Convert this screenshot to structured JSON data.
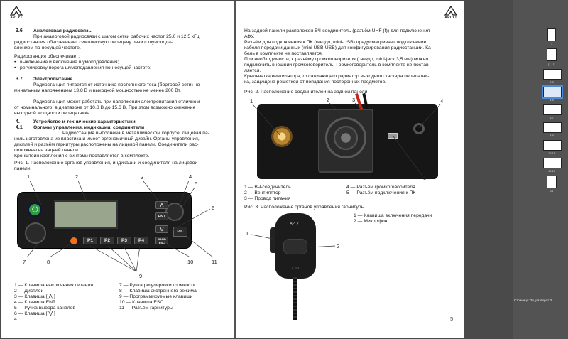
{
  "brand": "АРГУТ",
  "left_page": {
    "page_number": "4",
    "s36_num": "3.6",
    "s36_title": "Аналоговая радиосвязь",
    "s36_p1_l1": "При аналоговой радиосвязи с шагом сетки рабочих частот 25,0 и 12,5 кГц",
    "s36_p1_l2": "радиостанция обеспечивает симплексную передачу речи с шумопода-",
    "s36_p1_l3": "влением по несущей частоте.",
    "s36_p2": "Радиостанция обеспечивает:",
    "s36_b1": "выключение и включение шумоподавления;",
    "s36_b2": "регулировку порога шумоподавления по несущей частоте;",
    "s37_num": "3.7",
    "s37_title": "Электропитание",
    "s37_p1_l1": "Радиостанция питается от источника постоянного тока (бортовой сети) но-",
    "s37_p1_l2": "минальным напряжением 13,8 В и выходной мощностью не менее 200 Вт.",
    "s37_p2_l1": "Радиостанция может работать при напряжении электропитания отличном",
    "s37_p2_l2": "от номинального, в диапазоне от 10,8 В до 15,6 В. При этом возможно снижение",
    "s37_p2_l3": "выходной мощности передатчика.",
    "s4_num": "4.",
    "s4_title": "Устройство и технические характеристики",
    "s41_num": "4.1",
    "s41_title": "Органы управления, индикации, соединители",
    "s41_p1_l1": "Радиостанция выполнена в металлическом корпусе. Лицевая па-",
    "s41_p1_l2": "нель изготовлена из пластика и имеет эргономичный дизайн. Органы управления,",
    "s41_p1_l3": "дисплей и разъём гарнитуры расположены на лицевой панели. Соединители рас-",
    "s41_p1_l4": "положены на задней панели.",
    "s41_p2": "Кронштейн крепления с винтами поставляется в комплекте.",
    "fig1_l1": "Рис. 1. Расположение органов управления, индикации и соединителя на лицевой",
    "fig1_l2": "панели",
    "front_keys": [
      "P1",
      "P2",
      "P3",
      "P4"
    ],
    "front_ent": "ENT",
    "front_mic": "MIC",
    "front_band": "BAND ESC",
    "callouts": [
      "1",
      "2",
      "3",
      "4",
      "5",
      "6",
      "7",
      "8",
      "9",
      "10",
      "11"
    ],
    "legend_left": [
      "1 — Клавиша выключения питания",
      "2 — Дисплей",
      "3 — Клавиша [ ⋀ ]",
      "4 — Клавиша ENT",
      "5 — Ручка выбора каналов",
      "6 — Клавиша [ ⋁ ]"
    ],
    "legend_right": [
      "7 — Ручка регулировки громкости",
      "8 — Клавиша экстренного режима",
      "9 — Программируемые клавиши",
      "10 — Клавиша ESC",
      "11 — Разъём гарнитуры"
    ]
  },
  "right_page": {
    "page_number": "5",
    "p1_l1": "На задней панели расположен ВЧ-соединитель (разъём UHF (f)) для подключения",
    "p1_l2": "АФУ.",
    "p2_l1": "Разъём для подключения к ПК (гнездо, mini-USB) предусматривает подключение",
    "p2_l2": "кабеля передачи данных (mini USB-USB) для конфигурирования радиостанции. Ка-",
    "p2_l3": "бель в комплекте не поставляется.",
    "p3_l1": "При необходимости, к разъёму громкоговорителя (гнездо, mini-jack 3,5 мм) можно",
    "p3_l2": "подключить внешний громкоговоритель. Громкоговоритель в комплекте не постав-",
    "p3_l3": "ляется.",
    "p4_l1": "Крыльчатка вентилятора, охлаждающего радиатор выходного каскада передатчи-",
    "p4_l2": "ка, защищена решёткой от попадания посторонних предметов.",
    "fig2": "Рис. 2. Расположение соединителей на задней панели",
    "rear_callouts": [
      "1",
      "2",
      "3",
      "4",
      "5"
    ],
    "legend2_left": [
      "1 — ВЧ-соединитель",
      "2 — Вентилятор",
      "3 — Провод питания"
    ],
    "legend2_right": [
      "4 — Разъём громкоговорителя",
      "5 — Разъём подключения к ПК"
    ],
    "fig3": "Рис. 3. Расположение органов управления гарнитуры",
    "legend3": [
      "1 — Клавиша включения передачи",
      "2 — Микрофон"
    ],
    "mic_callouts": [
      "1",
      "2"
    ],
    "mic_brand": "АРГУТ",
    "mic_model": "A-703"
  },
  "sidebar": {
    "thumb_labels": [
      "1",
      "[1...1]",
      "2-3",
      "4-5",
      "6-7",
      "8-9",
      "10-11",
      "12-13",
      "14"
    ],
    "status": "Страница: 26, разворот 3",
    "selected_index": 3
  }
}
